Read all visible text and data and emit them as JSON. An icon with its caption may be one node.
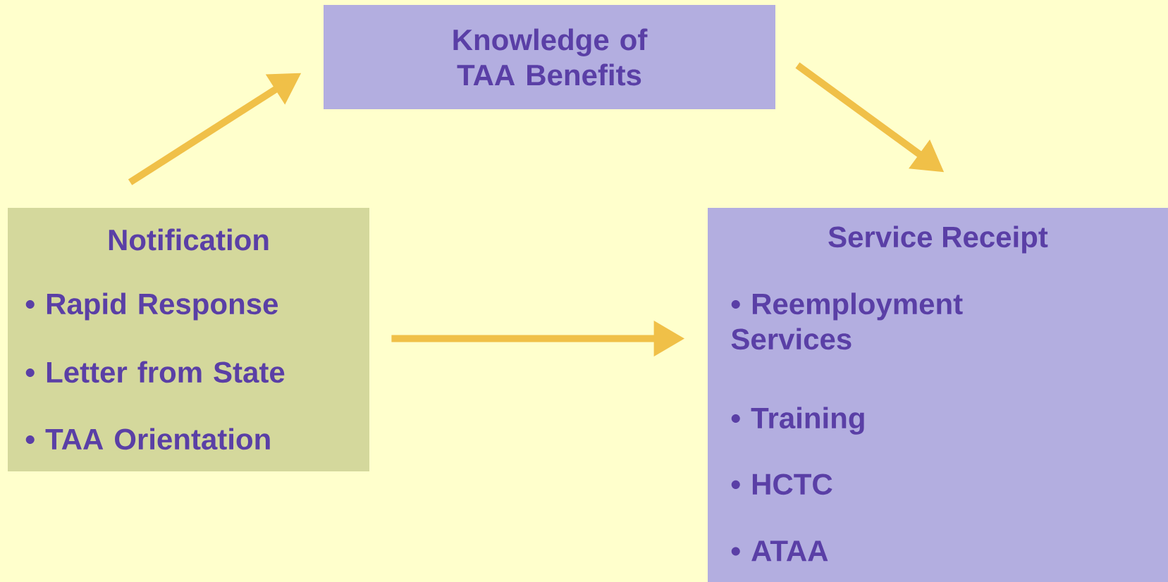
{
  "diagram": {
    "nodes": [
      {
        "text": [
          "Knowledge of TAA Benefits"
        ]
      },
      {
        "text": [
          "Notification",
          "• Rapid Response",
          "• Letter from State",
          "• TAA Orientation"
        ]
      },
      {
        "text": [
          "Service Receipt",
          "• Reemployment Services",
          "• Training",
          "• HCTC",
          "• ATAA"
        ]
      }
    ],
    "edges": [
      {
        "from": 1,
        "to": 0,
        "arrow": "to"
      },
      {
        "from": 0,
        "to": 2,
        "arrow": "to"
      },
      {
        "from": 1,
        "to": 2,
        "arrow": "to"
      }
    ]
  }
}
